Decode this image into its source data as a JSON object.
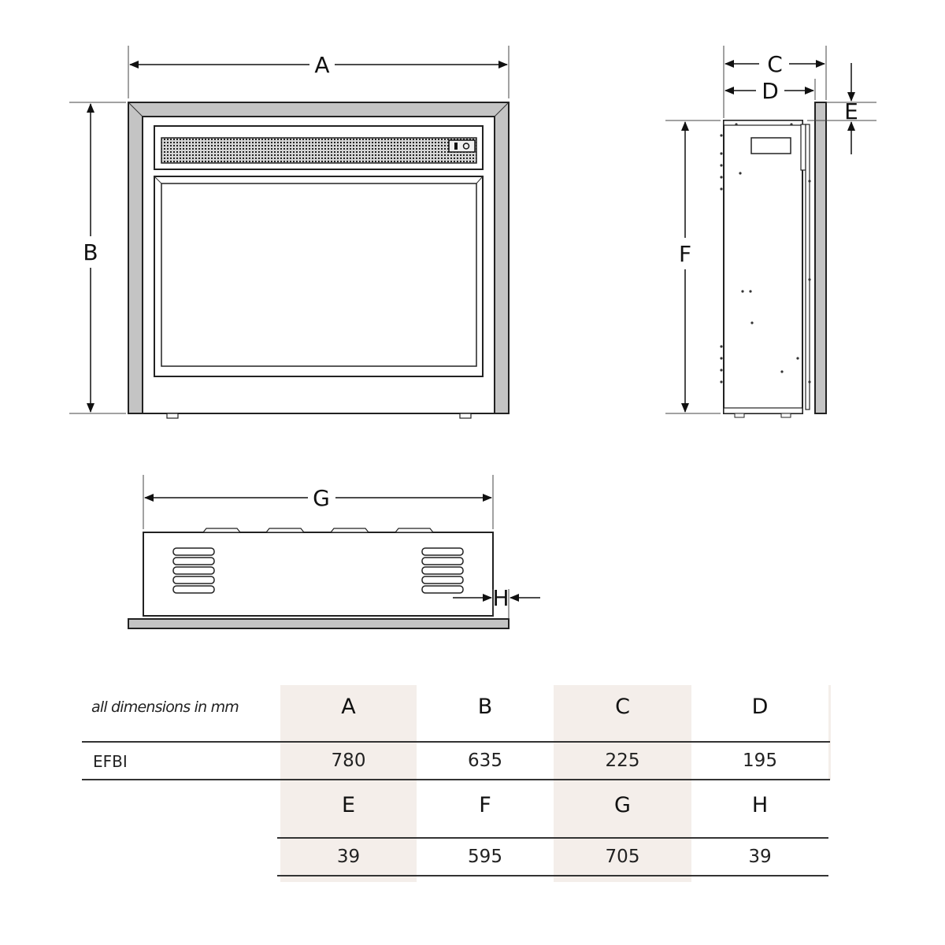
{
  "dimension_letters": {
    "a": "A",
    "b": "B",
    "c": "C",
    "d": "D",
    "e": "E",
    "f": "F",
    "g": "G",
    "h": "H"
  },
  "table": {
    "units_note": "all dimensions in mm",
    "model": "EFBI",
    "row1": {
      "headers": [
        "A",
        "B",
        "C",
        "D"
      ],
      "values": [
        "780",
        "635",
        "225",
        "195"
      ]
    },
    "row2": {
      "headers": [
        "E",
        "F",
        "G",
        "H"
      ],
      "values": [
        "39",
        "595",
        "705",
        "39"
      ]
    },
    "shade_color": "#f4eeea"
  }
}
